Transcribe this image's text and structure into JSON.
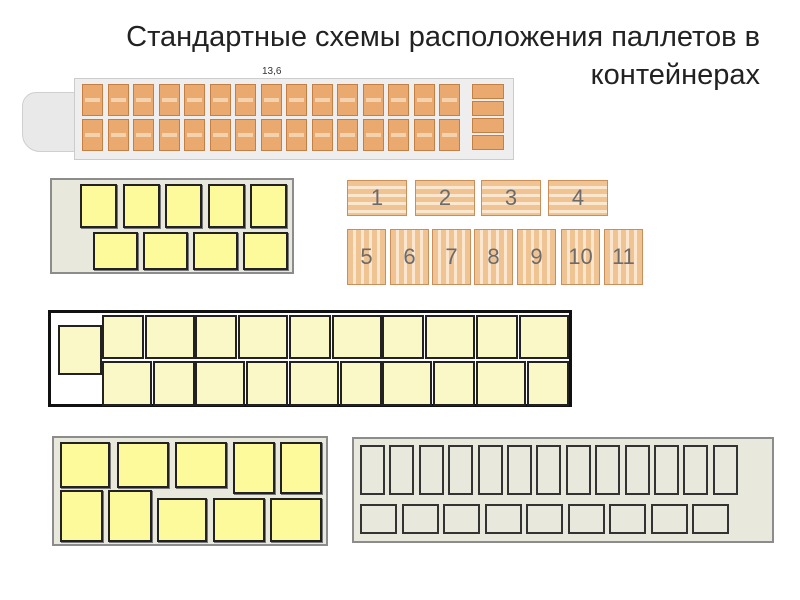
{
  "title": "Стандартные схемы расположения паллетов в контейнерах",
  "truck": {
    "length_label": "13,6"
  },
  "pallet_numbers": [
    "1",
    "2",
    "3",
    "4",
    "5",
    "6",
    "7",
    "8",
    "9",
    "10",
    "11"
  ]
}
